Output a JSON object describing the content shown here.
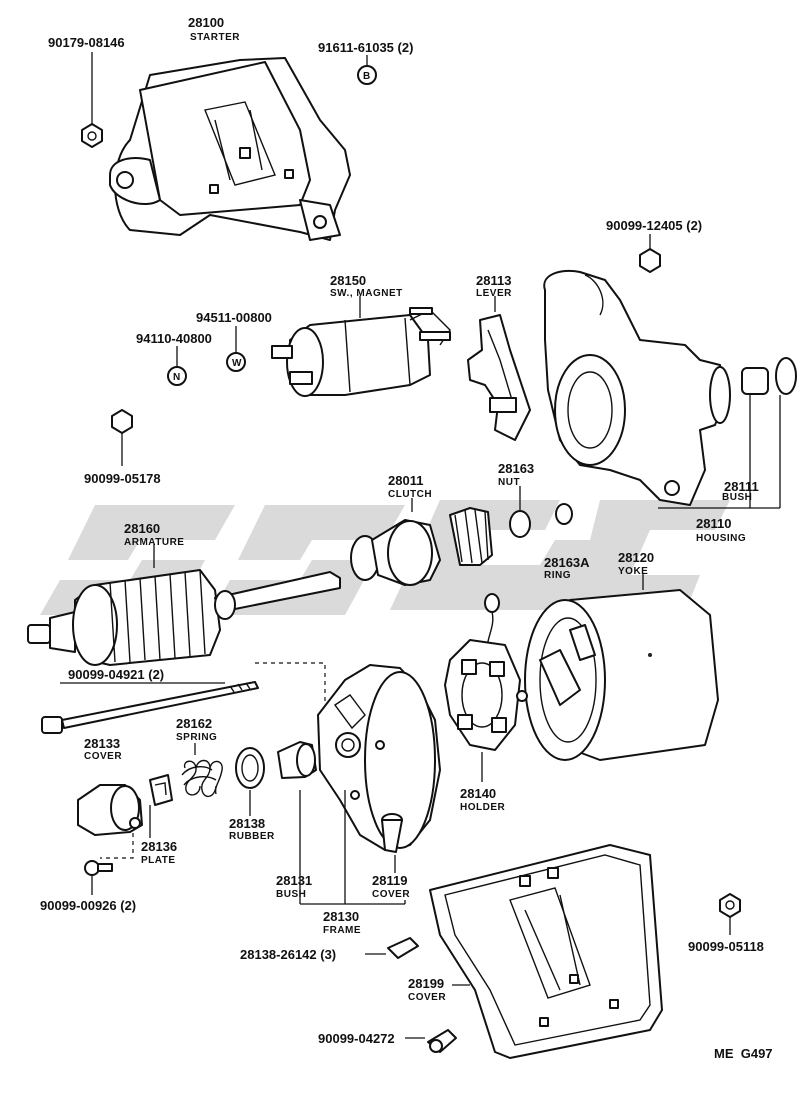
{
  "drawing": {
    "code": "ME  G497",
    "watermark_color": "#d3d3d3",
    "line_color": "#111111"
  },
  "parts": {
    "starter": {
      "number": "28100",
      "name": "STARTER"
    },
    "nut_top": {
      "number": "90179-08146"
    },
    "screw_b": {
      "number": "91611-61035 (2)",
      "ref": "B"
    },
    "nut_12405": {
      "number": "90099-12405 (2)"
    },
    "sw_magnet": {
      "number": "28150",
      "name": "SW., MAGNET"
    },
    "lever": {
      "number": "28113",
      "name": "LEVER"
    },
    "washer_w": {
      "number": "94511-00800",
      "ref": "W"
    },
    "nut_n": {
      "number": "94110-40800",
      "ref": "N"
    },
    "nut_05178": {
      "number": "90099-05178"
    },
    "clutch": {
      "number": "28011",
      "name": "CLUTCH"
    },
    "nut": {
      "number": "28163",
      "name": "NUT"
    },
    "bush_hsg": {
      "number": "28111",
      "name": "BUSH"
    },
    "housing": {
      "number": "28110",
      "name": "HOUSING"
    },
    "armature": {
      "number": "28160",
      "name": "ARMATURE"
    },
    "ring": {
      "number": "28163A",
      "name": "RING"
    },
    "yoke": {
      "number": "28120",
      "name": "YOKE"
    },
    "bolt_04921": {
      "number": "90099-04921 (2)"
    },
    "spring": {
      "number": "28162",
      "name": "SPRING"
    },
    "cover_end": {
      "number": "28133",
      "name": "COVER"
    },
    "rubber": {
      "number": "28138",
      "name": "RUBBER"
    },
    "plate": {
      "number": "28136",
      "name": "PLATE"
    },
    "holder": {
      "number": "28140",
      "name": "HOLDER"
    },
    "bush_fr": {
      "number": "28131",
      "name": "BUSH"
    },
    "cover_119": {
      "number": "28119",
      "name": "COVER"
    },
    "frame": {
      "number": "28130",
      "name": "FRAME"
    },
    "screw_00926": {
      "number": "90099-00926 (2)"
    },
    "nut_05118": {
      "number": "90099-05118"
    },
    "part_26142": {
      "number": "28138-26142 (3)"
    },
    "cover_199": {
      "number": "28199",
      "name": "COVER"
    },
    "bolt_04272": {
      "number": "90099-04272"
    }
  }
}
